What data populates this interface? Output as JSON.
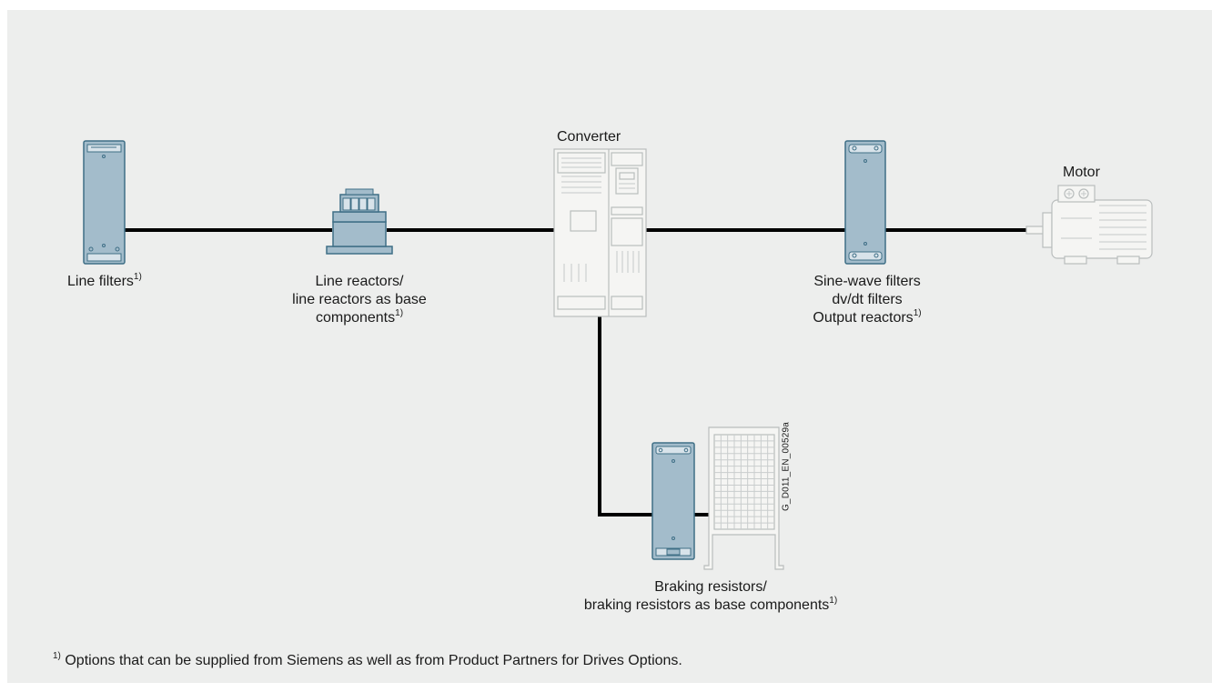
{
  "colors": {
    "panel_background": "#edeeed",
    "option_component_fill": "#a3bccb",
    "option_component_stroke": "#3f6f86",
    "standard_component_fill": "#f5f5f3",
    "standard_component_stroke": "#b9bdbd",
    "connection_line": "#000000"
  },
  "labels": {
    "line_filters": {
      "text": "Line filters",
      "note": "1)"
    },
    "line_reactors": {
      "line1": "Line reactors/",
      "line2": "line reactors as base",
      "line3": "components",
      "note": "1)"
    },
    "converter": "Converter",
    "output_options": {
      "line1": "Sine-wave filters",
      "line2": "dv/dt filters",
      "line3": "Output reactors",
      "note": "1)"
    },
    "motor": "Motor",
    "braking_resistors": {
      "line1": "Braking resistors/",
      "line2": "braking resistors as base components",
      "note": "1)"
    }
  },
  "reference_code": "G_D011_EN_00529a",
  "footnote": {
    "marker": "1)",
    "text": "Options that can be supplied from Siemens as well as from Product Partners for Drives Options."
  },
  "icons": {
    "line_filter": "line-filter-icon",
    "line_reactor": "line-reactor-icon",
    "converter": "converter-icon",
    "output_filter": "output-filter-icon",
    "motor": "motor-icon",
    "braking_resistor": "braking-resistor-icon",
    "resistor_grid": "resistor-grid-icon"
  }
}
